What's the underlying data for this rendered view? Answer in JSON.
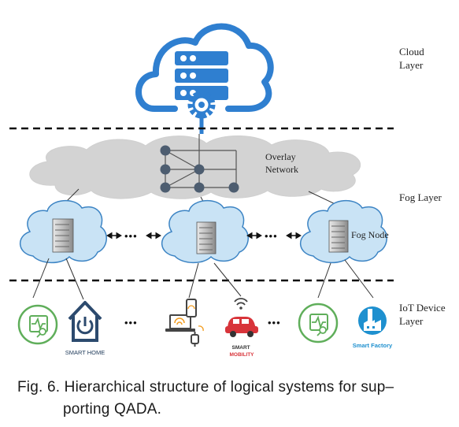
{
  "layers": {
    "cloud": [
      "Cloud",
      "Layer"
    ],
    "fog": "Fog Layer",
    "iot": [
      "IoT Device",
      "Layer"
    ]
  },
  "overlay_network": [
    "Overlay",
    "Network"
  ],
  "fog_node": "Fog Node",
  "ellipsis": "•••",
  "devices": {
    "smart_home": "SMART HOME",
    "smart_mobility": [
      "SMART",
      "MOBILITY"
    ],
    "smart_factory": "Smart Factory"
  },
  "caption": {
    "line1": "Fig. 6. Hierarchical structure of logical systems for sup–",
    "line2": "porting QADA."
  },
  "colors": {
    "cloud_blue": "#2f7fd0",
    "fog_cloud_fill": "#c9e3f5",
    "overlay_fill": "#d3d3d3",
    "icon_green": "#5fae5a",
    "mobility_red": "#d8343a",
    "factory_blue": "#1e90cf",
    "home_navy": "#2c4a6e"
  }
}
